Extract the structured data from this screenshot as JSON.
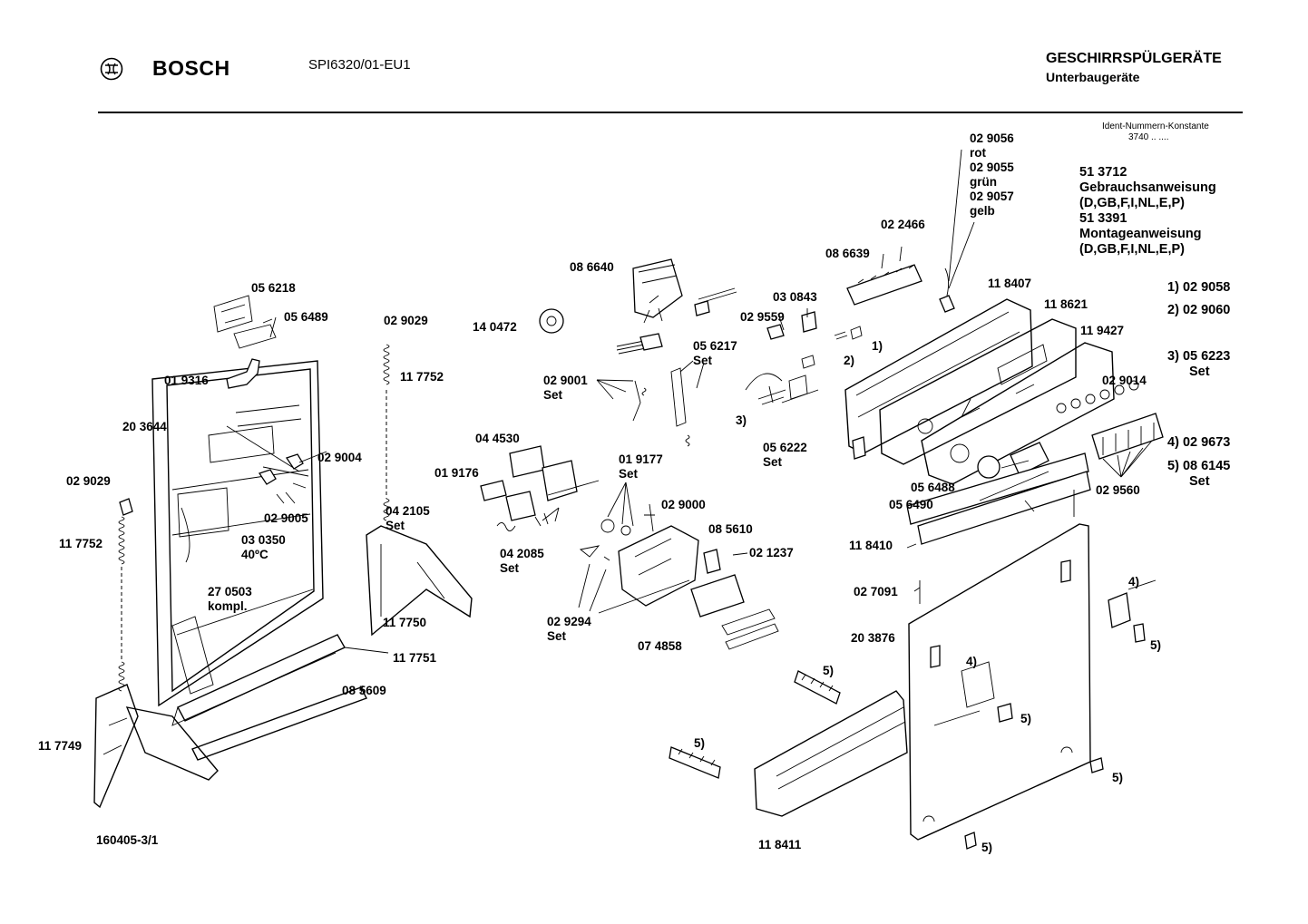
{
  "header": {
    "brand": "BOSCH",
    "model": "SPI6320/01-EU1",
    "category": "GESCHIRRSPÜLGERÄTE",
    "subcategory": "Unterbaugeräte",
    "ident_label": "Ident-Nummern-Konstante",
    "ident_value": "3740  ..  ...."
  },
  "footer": {
    "drawing_number": "160405-3/1"
  },
  "docs": [
    {
      "number": "51 3712",
      "title": "Gebrauchsanweisung",
      "langs": "(D,GB,F,I,NL,E,P)"
    },
    {
      "number": "51 3391",
      "title": "Montageanweisung",
      "langs": "(D,GB,F,I,NL,E,P)"
    }
  ],
  "legend": [
    {
      "key": "1)",
      "part": "02 9058",
      "note": ""
    },
    {
      "key": "2)",
      "part": "02 9060",
      "note": ""
    },
    {
      "key": "3)",
      "part": "05 6223",
      "note": "Set"
    },
    {
      "key": "4)",
      "part": "02 9673",
      "note": ""
    },
    {
      "key": "5)",
      "part": "08 6145",
      "note": "Set"
    }
  ],
  "callouts": [
    {
      "id": "056218",
      "lines": [
        "05 6218"
      ]
    },
    {
      "id": "056489",
      "lines": [
        "05 6489"
      ]
    },
    {
      "id": "019316",
      "lines": [
        "01 9316"
      ]
    },
    {
      "id": "203644",
      "lines": [
        "20 3644"
      ]
    },
    {
      "id": "029029a",
      "lines": [
        "02 9029"
      ]
    },
    {
      "id": "117752a",
      "lines": [
        "11 7752"
      ]
    },
    {
      "id": "029004",
      "lines": [
        "02 9004"
      ]
    },
    {
      "id": "029005",
      "lines": [
        "02 9005"
      ]
    },
    {
      "id": "030350",
      "lines": [
        "03 0350",
        "40ºC"
      ]
    },
    {
      "id": "029029b",
      "lines": [
        "02 9029"
      ]
    },
    {
      "id": "117752b",
      "lines": [
        "11 7752"
      ]
    },
    {
      "id": "270503",
      "lines": [
        "27 0503",
        "kompl."
      ]
    },
    {
      "id": "117750",
      "lines": [
        "11 7750"
      ]
    },
    {
      "id": "117751",
      "lines": [
        "11 7751"
      ]
    },
    {
      "id": "085609",
      "lines": [
        "08 5609"
      ]
    },
    {
      "id": "117749",
      "lines": [
        "11 7749"
      ]
    },
    {
      "id": "140472",
      "lines": [
        "14 0472"
      ]
    },
    {
      "id": "086640",
      "lines": [
        "08 6640"
      ]
    },
    {
      "id": "029001",
      "lines": [
        "02 9001",
        "Set"
      ]
    },
    {
      "id": "056217",
      "lines": [
        "05 6217",
        "Set"
      ]
    },
    {
      "id": "044530",
      "lines": [
        "04 4530"
      ]
    },
    {
      "id": "019176",
      "lines": [
        "01 9176"
      ]
    },
    {
      "id": "042105",
      "lines": [
        "04 2105",
        "Set"
      ]
    },
    {
      "id": "042085",
      "lines": [
        "04 2085",
        "Set"
      ]
    },
    {
      "id": "019177",
      "lines": [
        "01 9177",
        "Set"
      ]
    },
    {
      "id": "029000",
      "lines": [
        "02 9000"
      ]
    },
    {
      "id": "085610",
      "lines": [
        "08 5610"
      ]
    },
    {
      "id": "021237",
      "lines": [
        "02 1237"
      ]
    },
    {
      "id": "029294",
      "lines": [
        "02 9294",
        "Set"
      ]
    },
    {
      "id": "074858",
      "lines": [
        "07 4858"
      ]
    },
    {
      "id": "029559",
      "lines": [
        "02 9559"
      ]
    },
    {
      "id": "030843",
      "lines": [
        "03 0843"
      ]
    },
    {
      "id": "086639",
      "lines": [
        "08 6639"
      ]
    },
    {
      "id": "022466",
      "lines": [
        "02 2466"
      ]
    },
    {
      "id": "029056",
      "lines": [
        "02 9056",
        "rot",
        "02 9055",
        "grün",
        "02 9057",
        "gelb"
      ]
    },
    {
      "id": "key1",
      "lines": [
        "1)"
      ]
    },
    {
      "id": "key2",
      "lines": [
        "2)"
      ]
    },
    {
      "id": "key3",
      "lines": [
        "3)"
      ]
    },
    {
      "id": "056222",
      "lines": [
        "05 6222",
        "Set"
      ]
    },
    {
      "id": "118407",
      "lines": [
        "11 8407"
      ]
    },
    {
      "id": "118621",
      "lines": [
        "11 8621"
      ]
    },
    {
      "id": "119427",
      "lines": [
        "11 9427"
      ]
    },
    {
      "id": "029014",
      "lines": [
        "02 9014"
      ]
    },
    {
      "id": "056488",
      "lines": [
        "05 6488"
      ]
    },
    {
      "id": "056490",
      "lines": [
        "05 6490"
      ]
    },
    {
      "id": "029560",
      "lines": [
        "02 9560"
      ]
    },
    {
      "id": "118410",
      "lines": [
        "11 8410"
      ]
    },
    {
      "id": "027091",
      "lines": [
        "02 7091"
      ]
    },
    {
      "id": "203876",
      "lines": [
        "20 3876"
      ]
    },
    {
      "id": "key4a",
      "lines": [
        "4)"
      ]
    },
    {
      "id": "key5a",
      "lines": [
        "5)"
      ]
    },
    {
      "id": "key4b",
      "lines": [
        "4)"
      ]
    },
    {
      "id": "key5b",
      "lines": [
        "5)"
      ]
    },
    {
      "id": "key5c",
      "lines": [
        "5)"
      ]
    },
    {
      "id": "key5d",
      "lines": [
        "5)"
      ]
    },
    {
      "id": "key5e",
      "lines": [
        "5)"
      ]
    },
    {
      "id": "key5f",
      "lines": [
        "5)"
      ]
    },
    {
      "id": "118411",
      "lines": [
        "11 8411"
      ]
    }
  ]
}
